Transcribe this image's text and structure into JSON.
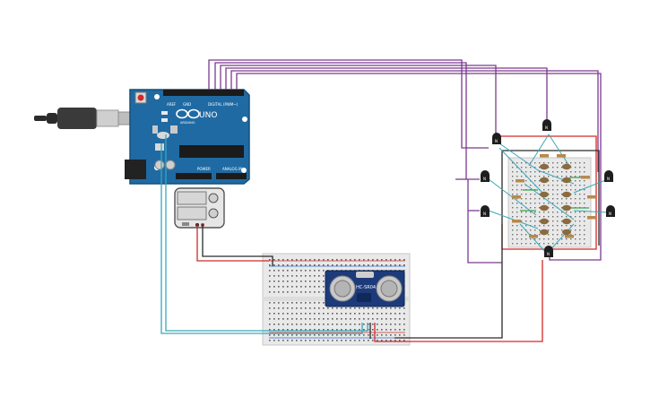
{
  "arduino": {
    "brand": "ARDUINO",
    "model": "UNO",
    "header_digital": "DIGITAL (PWM~)",
    "header_power": "POWER",
    "header_analog": "ANALOG IN",
    "pin_aref": "AREF",
    "pin_gnd": "GND"
  },
  "sensor": {
    "model": "HC-SR04"
  },
  "transistors": {
    "label": "N"
  },
  "colors": {
    "board": "#1f6aa3",
    "board_edge": "#174f7c",
    "wire_purple": "#7b3a8e",
    "wire_teal": "#3aa6b9",
    "wire_red": "#d22a2a",
    "wire_black": "#2a2a2a",
    "wire_green": "#3fa34d",
    "resistor": "#b8894a",
    "led": "#8a6a3f",
    "breadboard": "#e9e9e9",
    "sensor_board": "#1d3b7a"
  }
}
